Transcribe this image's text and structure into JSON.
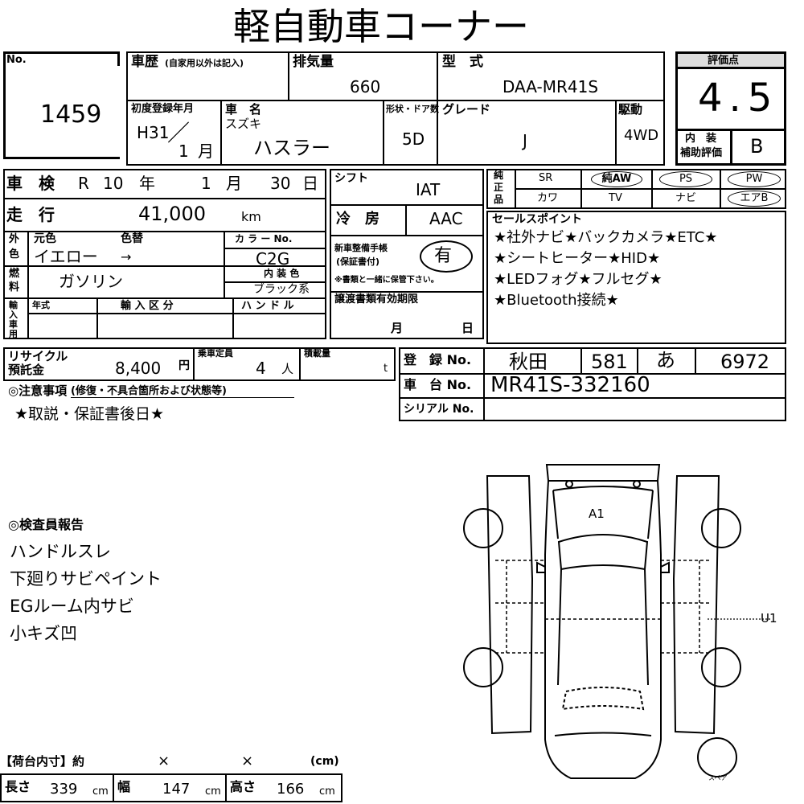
{
  "title": "軽自動車コーナー",
  "lot": {
    "label": "No.",
    "number": "1459"
  },
  "history": {
    "label": "車歴",
    "sub": "(自家用以外は記入)"
  },
  "displacement": {
    "label": "排気量",
    "value": "660"
  },
  "model": {
    "label": "型　式",
    "value": "DAA-MR41S"
  },
  "score": {
    "label": "評価点",
    "value": "4.5",
    "interior_label_1": "内　装",
    "interior_label_2": "補助評価",
    "interior_value": "B"
  },
  "first_reg": {
    "label": "初度登録年月",
    "year": "H31",
    "slash": "／",
    "month": "1",
    "month_unit": "月"
  },
  "car_name": {
    "label": "車　名",
    "maker": "スズキ",
    "name": "ハスラー"
  },
  "shape": {
    "label": "形状・ドア数",
    "value": "5D"
  },
  "grade": {
    "label": "グレード",
    "value": "J"
  },
  "drive": {
    "label": "駆動",
    "value": "4WD"
  },
  "inspection": {
    "label": "車　検",
    "era": "R",
    "year": "10",
    "year_unit": "年",
    "month": "1",
    "month_unit": "月",
    "day": "30",
    "day_unit": "日"
  },
  "mileage": {
    "label": "走　行",
    "value": "41,000",
    "unit": "km"
  },
  "shift": {
    "label": "シフト",
    "value": "IAT"
  },
  "aircon": {
    "label": "冷　房",
    "value": "AAC"
  },
  "equipment": {
    "label_chars": [
      "純",
      "正",
      "品"
    ],
    "row1": [
      "SR",
      "純AW",
      "PS",
      "PW"
    ],
    "row2": [
      "カワ",
      "TV",
      "ナビ",
      "エアB"
    ]
  },
  "color": {
    "label_chars": [
      "外",
      "色"
    ],
    "original_label": "元色",
    "change_label": "色替",
    "original": "イエロー",
    "arrow": "→",
    "code_label": "カ ラ ー No.",
    "code": "C2G",
    "interior_label": "内 装 色",
    "interior": "ブラック系"
  },
  "maintenance": {
    "label_1": "新車整備手帳",
    "label_2": "(保証書付)",
    "value": "有",
    "note": "※書類と一緒に保管下さい。"
  },
  "sales_points": {
    "label": "セールスポイント",
    "lines": [
      "★社外ナビ★バックカメラ★ETC★",
      "★シートヒーター★HID★",
      "★LEDフォグ★フルセグ★",
      "★Bluetooth接続★"
    ]
  },
  "fuel": {
    "label_chars": [
      "燃",
      "料"
    ],
    "value": "ガソリン"
  },
  "import": {
    "label_chars": [
      "輸",
      "入",
      "車",
      "用"
    ],
    "year_label": "年式",
    "category_label": "輸 入 区 分",
    "handle_label": "ハ ン ド ル"
  },
  "transfer": {
    "label": "譲渡書類有効期限",
    "month_unit": "月",
    "day_unit": "日"
  },
  "recycle": {
    "label_1": "リサイクル",
    "label_2": "預託金",
    "value": "8,400",
    "unit": "円"
  },
  "capacity": {
    "label": "乗車定員",
    "value": "4",
    "unit": "人"
  },
  "load": {
    "label": "積載量",
    "unit": "t"
  },
  "registration": {
    "label": "登　録 No.",
    "region": "秋田",
    "class": "581",
    "kana": "あ",
    "number": "6972"
  },
  "chassis": {
    "label": "車　台 No.",
    "value": "MR41S-332160"
  },
  "serial": {
    "label": "シリアル No."
  },
  "notes": {
    "label": "◎注意事項",
    "sub": "(修復・不具合箇所および状態等)",
    "value": "★取説・保証書後日★"
  },
  "inspector": {
    "label": "◎検査員報告",
    "lines": [
      "ハンドルスレ",
      "下廻りサビペイント",
      "EGルーム内サビ",
      "小キズ凹"
    ]
  },
  "diagram": {
    "mark_a1": "A1",
    "mark_u1": "U1",
    "spare_label": "スペア"
  },
  "cargo": {
    "label": "【荷台内寸】約",
    "x1": "×",
    "x2": "×",
    "unit_label": "(cm)",
    "length_label": "長さ",
    "length": "339",
    "width_label": "幅",
    "width": "147",
    "height_label": "高さ",
    "height": "166",
    "unit": "cm"
  }
}
